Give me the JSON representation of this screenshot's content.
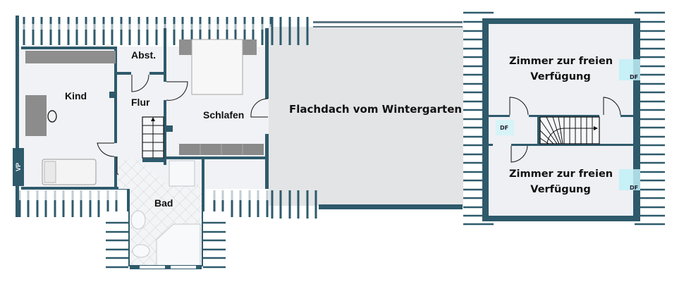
{
  "floorplan": {
    "rooms": [
      {
        "id": "kind",
        "label": "Kind"
      },
      {
        "id": "abst",
        "label": "Abst."
      },
      {
        "id": "flur",
        "label": "Flur"
      },
      {
        "id": "schlafen",
        "label": "Schlafen"
      },
      {
        "id": "bad",
        "label": "Bad"
      },
      {
        "id": "flachdach",
        "label": "Flachdach vom Wintergarten"
      },
      {
        "id": "zimmer1",
        "label_line1": "Zimmer zur freien",
        "label_line2": "Verfügung"
      },
      {
        "id": "zimmer2",
        "label_line1": "Zimmer zur freien",
        "label_line2": "Verfügung"
      }
    ],
    "skylights": [
      {
        "label": "DF"
      },
      {
        "label": "DF"
      },
      {
        "label": "DF"
      }
    ],
    "watermark": "VP",
    "colors": {
      "wall": "#2e5a6b",
      "floor": "#eef0f4",
      "roof": "#e3e4e6",
      "skylight": "#bff0f7",
      "furniture": "#8a8a8a"
    }
  }
}
